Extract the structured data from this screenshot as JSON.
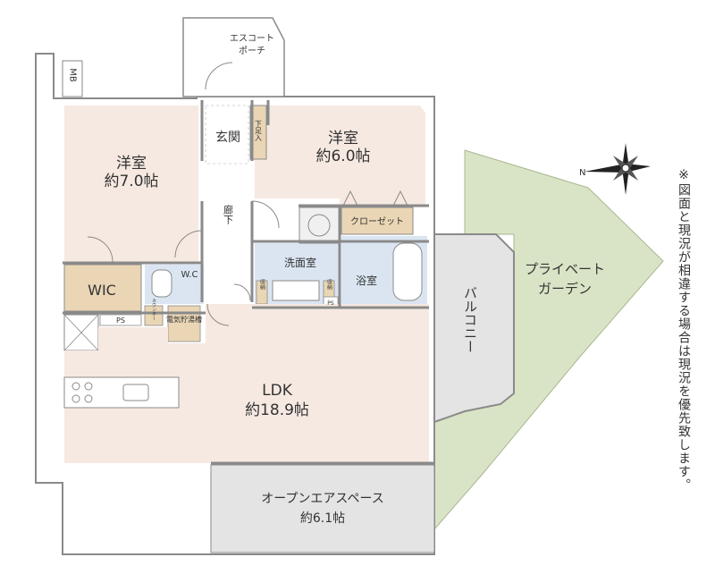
{
  "rooms": {
    "western_room_1": {
      "name": "洋室",
      "size": "約7.0帖"
    },
    "western_room_2": {
      "name": "洋室",
      "size": "約6.0帖"
    },
    "ldk": {
      "name": "LDK",
      "size": "約18.9帖"
    },
    "open_air_space": {
      "name": "オープンエアスペース",
      "size": "約6.1帖"
    },
    "entrance": "玄関",
    "shoe_storage": "下足入",
    "corridor": "廊下",
    "closet": "クローゼット",
    "washroom": "洗面室",
    "bathroom": "浴室",
    "wic": "WIC",
    "wc": "W.C",
    "counter": "カウンター",
    "water_heater": "電気貯湯槽",
    "storage_a": "収納",
    "storage_b": "収納",
    "ps_1": "PS",
    "ps_2": "PS",
    "mb": "MB",
    "balcony": "バルコニー",
    "private_garden": "プライベートガーデン",
    "escort_porch": "エスコートポーチ"
  },
  "compass": {
    "label": "N"
  },
  "note": "※図面と現況が相違する場合は現況を優先致します。",
  "colors": {
    "room_fill": "#f6e9e1",
    "wet_area_fill": "#dbe5f2",
    "storage_fill": "#ead6b5",
    "balcony_fill": "#e4e4e4",
    "garden_fill": "#d9e4c6",
    "wall": "#8a8a8a"
  }
}
